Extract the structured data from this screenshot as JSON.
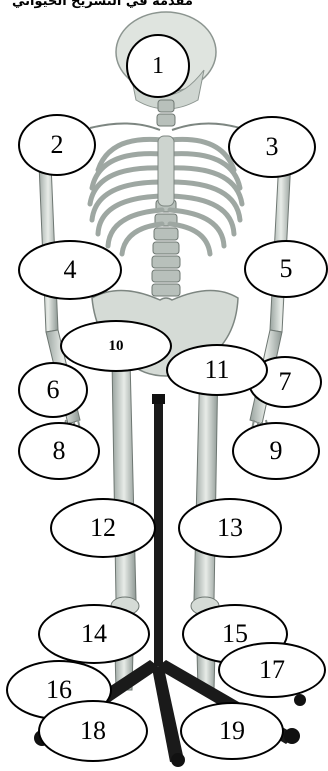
{
  "header": {
    "text": "مقدمة في التشريح الحيواني"
  },
  "labels": [
    "1",
    "2",
    "3",
    "4",
    "5",
    "6",
    "7",
    "8",
    "9",
    "10",
    "11",
    "12",
    "13",
    "14",
    "15",
    "16",
    "17",
    "18",
    "19"
  ]
}
